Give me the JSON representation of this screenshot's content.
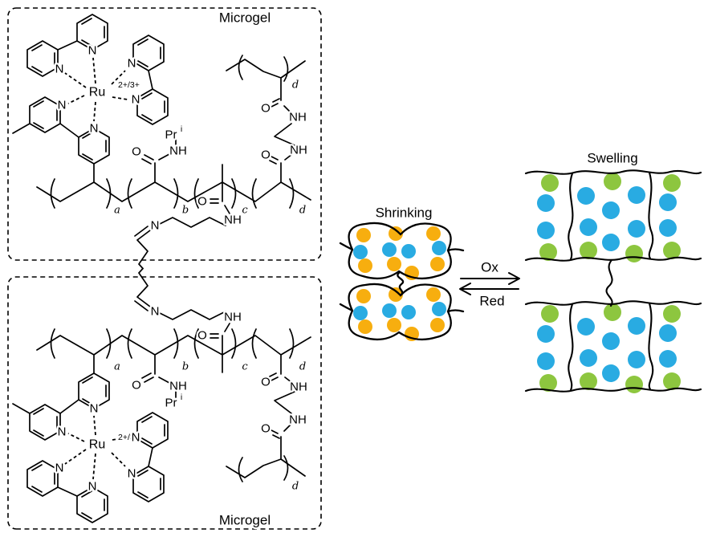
{
  "labels": {
    "microgel": "Microgel",
    "ru": "Ru",
    "ru_charge": "2+/3+",
    "n": "N",
    "o": "O",
    "nh": "NH",
    "pr": "Pr",
    "pr_sup": "i",
    "sub_a": "a",
    "sub_b": "b",
    "sub_c": "c",
    "sub_d": "d"
  },
  "scheme": {
    "shrink": "Shrinking",
    "swell": "Swelling",
    "ox": "Ox",
    "red": "Red"
  },
  "colors": {
    "shrink_dot_yellow": "#F7AE0F",
    "water_dot_blue": "#29ABE2",
    "swell_dot_green": "#8DC63F"
  }
}
